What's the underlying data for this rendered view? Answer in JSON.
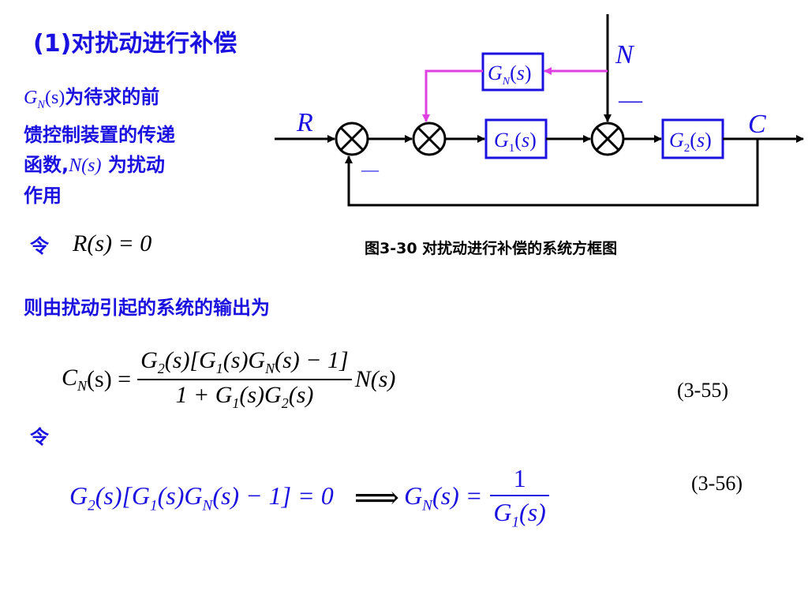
{
  "heading": "(1)对扰动进行补偿",
  "description": {
    "gn_symbol": "G",
    "gn_sub": "N",
    "gn_arg": "(s)",
    "line1_rest": "为待求的前",
    "line2": "馈控制装置的传递",
    "line3_pre": "函数,",
    "n_symbol": "N(s)",
    "line3_post": " 为扰动",
    "line4": "作用"
  },
  "ling_label": "令",
  "rs_eq": "R(s) = 0",
  "caption": "图3-30  对扰动进行补偿的系统方框图",
  "output_intro": "则由扰动引起的系统的输出为",
  "eq55": {
    "lhs": "C",
    "lhs_sub": "N",
    "lhs_arg": "(s) =",
    "num_left": "G",
    "num_left_sub": "2",
    "num_mid": "(s)[G",
    "num_mid_sub": "1",
    "num_mid2": "(s)G",
    "num_mid2_sub": "N",
    "num_end": "(s) − 1]",
    "den_start": "1 + G",
    "den_sub1": "1",
    "den_mid": "(s)G",
    "den_sub2": "2",
    "den_end": "(s)",
    "tail": "N(s)",
    "number": "(3-55)"
  },
  "ling_label2": "令",
  "eq56": {
    "l1": "G",
    "l1_sub": "2",
    "l2": "(s)[G",
    "l2_sub": "1",
    "l3": "(s)G",
    "l3_sub": "N",
    "l4": "(s) − 1] = 0",
    "arrow": "⟹",
    "r1": "G",
    "r1_sub": "N",
    "r2": "(s) =",
    "frac_num": "1",
    "frac_den": "G",
    "frac_den_sub": "1",
    "frac_den_end": "(s)",
    "number": "(3-56)"
  },
  "diagram": {
    "label_R": "R",
    "label_C": "C",
    "label_N": "N",
    "minus": "—",
    "block_gn": "GN(s)",
    "block_g1": "G1(s)",
    "block_g2": "G2(s)",
    "colors": {
      "signal": "#000000",
      "feedforward": "#e040e0",
      "block_border": "#1a10e0",
      "text": "#1a10e0"
    }
  }
}
